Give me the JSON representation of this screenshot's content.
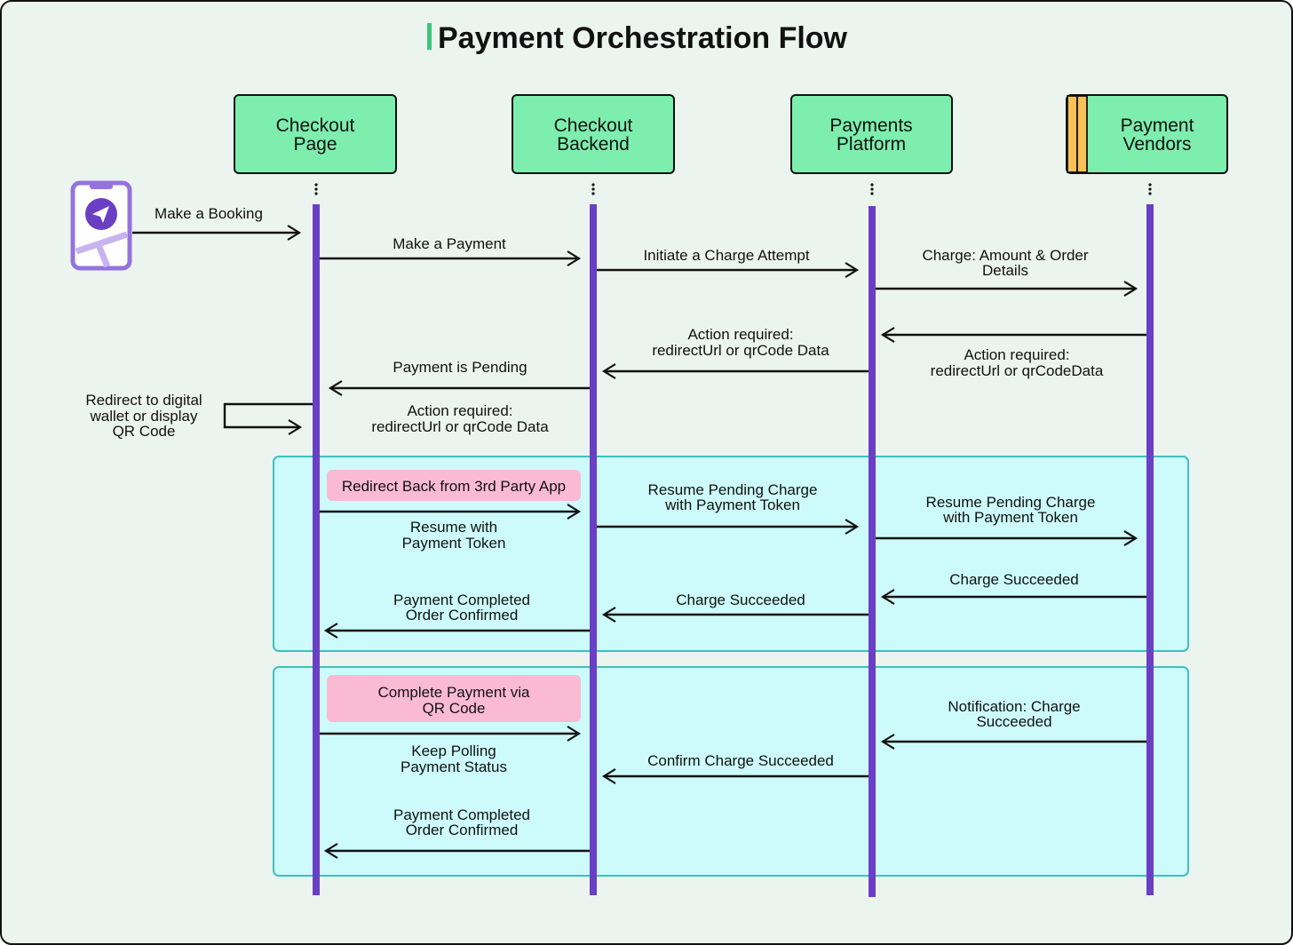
{
  "title": "Payment Orchestration Flow",
  "colors": {
    "background": "#ecf4f0",
    "title_accent": "#3ec47c",
    "participant_fill": "#7deeae",
    "lifeline": "#6a3fc4",
    "group_fill": "#cdfbfb",
    "group_border": "#3ebfbf",
    "note_fill": "#fbbad4",
    "vendor_stripe": "#f7c058",
    "phone_border": "#9573dd",
    "phone_fill": "#ffffff",
    "phone_badge": "#6a3fc4",
    "phone_map": "#c8b3ef"
  },
  "actor_icon": "mobile-phone-navigation-icon",
  "participants": [
    {
      "line1": "Checkout",
      "line2": "Page"
    },
    {
      "line1": "Checkout",
      "line2": "Backend"
    },
    {
      "line1": "Payments",
      "line2": "Platform"
    },
    {
      "line1": "Payment",
      "line2": "Vendors"
    }
  ],
  "messages": [
    {
      "from": "user",
      "to": "checkout-page",
      "lines": [
        "Make a Booking"
      ]
    },
    {
      "from": "checkout-page",
      "to": "checkout-backend",
      "lines": [
        "Make a Payment"
      ]
    },
    {
      "from": "checkout-backend",
      "to": "payments-platform",
      "lines": [
        "Initiate a Charge Attempt"
      ]
    },
    {
      "from": "payments-platform",
      "to": "payment-vendors",
      "lines": [
        "Charge: Amount & Order",
        "Details"
      ]
    },
    {
      "from": "payment-vendors",
      "to": "payments-platform",
      "lines": [
        "Action required:",
        "redirectUrl or qrCodeData"
      ]
    },
    {
      "from": "payments-platform",
      "to": "checkout-backend",
      "lines": [
        "Action required:",
        "redirectUrl or qrCode Data"
      ]
    },
    {
      "from": "checkout-backend",
      "to": "checkout-page",
      "lines": [
        "Payment is Pending"
      ]
    },
    {
      "from": "checkout-backend",
      "to": "checkout-page",
      "lines": [
        "Action required:",
        "redirectUrl or qrCode Data"
      ]
    },
    {
      "from": "checkout-page",
      "to": "checkout-page",
      "lines": [
        "Redirect to digital",
        "wallet or display",
        "QR Code"
      ]
    },
    {
      "from": "checkout-page",
      "to": "checkout-backend",
      "lines": [
        "Resume with",
        "Payment Token"
      ]
    },
    {
      "from": "checkout-backend",
      "to": "payments-platform",
      "lines": [
        "Resume Pending Charge",
        "with Payment Token"
      ]
    },
    {
      "from": "payments-platform",
      "to": "payment-vendors",
      "lines": [
        "Resume Pending Charge",
        "with Payment Token"
      ]
    },
    {
      "from": "payment-vendors",
      "to": "payments-platform",
      "lines": [
        "Charge Succeeded"
      ]
    },
    {
      "from": "payments-platform",
      "to": "checkout-backend",
      "lines": [
        "Charge Succeeded"
      ]
    },
    {
      "from": "checkout-backend",
      "to": "checkout-page",
      "lines": [
        "Payment Completed",
        "Order Confirmed"
      ]
    },
    {
      "from": "payment-vendors",
      "to": "payments-platform",
      "lines": [
        "Notification: Charge",
        "Succeeded"
      ]
    },
    {
      "from": "checkout-page",
      "to": "checkout-backend",
      "lines": [
        "Keep Polling",
        "Payment Status"
      ]
    },
    {
      "from": "payments-platform",
      "to": "checkout-backend",
      "lines": [
        "Confirm Charge Succeeded"
      ]
    },
    {
      "from": "checkout-backend",
      "to": "checkout-page",
      "lines": [
        "Payment Completed",
        "Order Confirmed"
      ]
    }
  ],
  "notes": [
    {
      "lines": [
        "Redirect Back from 3rd Party App"
      ]
    },
    {
      "lines": [
        "Complete Payment via",
        "QR Code"
      ]
    }
  ]
}
